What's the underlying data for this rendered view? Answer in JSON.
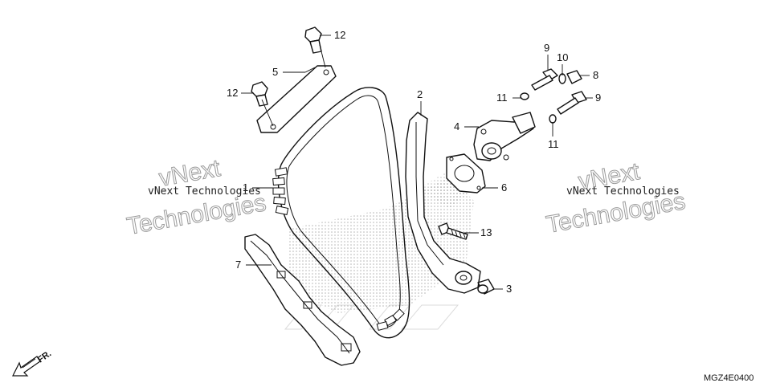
{
  "diagram": {
    "callouts": [
      {
        "id": "c12a",
        "label": "12"
      },
      {
        "id": "c5",
        "label": "5"
      },
      {
        "id": "c12b",
        "label": "12"
      },
      {
        "id": "c1",
        "label": "1"
      },
      {
        "id": "c7",
        "label": "7"
      },
      {
        "id": "c2",
        "label": "2"
      },
      {
        "id": "c4",
        "label": "4"
      },
      {
        "id": "c6",
        "label": "6"
      },
      {
        "id": "c13",
        "label": "13"
      },
      {
        "id": "c3",
        "label": "3"
      },
      {
        "id": "c9a",
        "label": "9"
      },
      {
        "id": "c10",
        "label": "10"
      },
      {
        "id": "c8",
        "label": "8"
      },
      {
        "id": "c11a",
        "label": "11"
      },
      {
        "id": "c9b",
        "label": "9"
      },
      {
        "id": "c11b",
        "label": "11"
      }
    ],
    "watermarks": {
      "line1": "vNext Technologies",
      "line2a": "vNext",
      "line2b": "Technologies"
    },
    "diagram_code": "MGZ4E0400",
    "front_label": "FR."
  }
}
